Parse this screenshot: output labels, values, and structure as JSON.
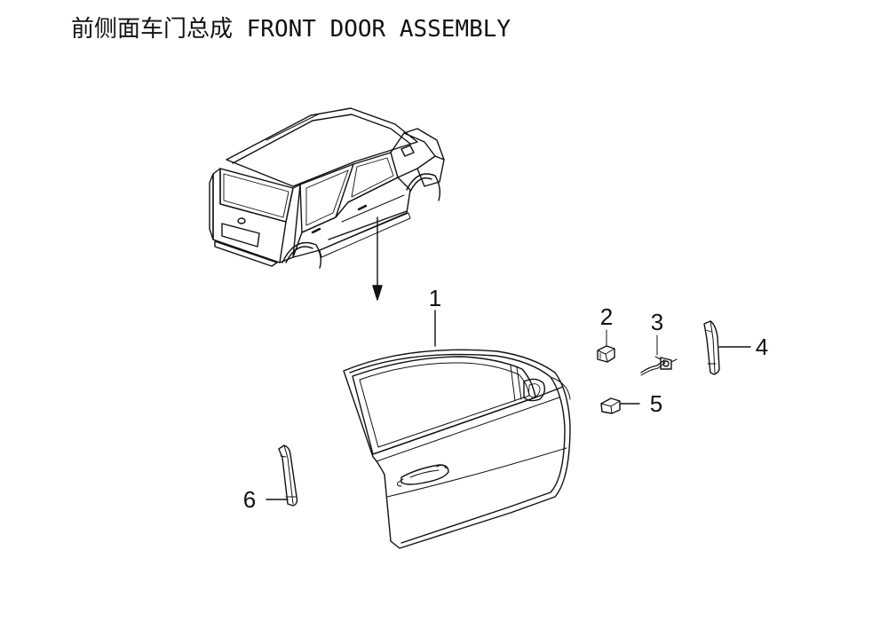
{
  "title": "前侧面车门总成 FRONT DOOR ASSEMBLY",
  "callouts": {
    "door": "1",
    "clip_upper": "2",
    "lock_link": "3",
    "rear_channel": "4",
    "clip_lower": "5",
    "front_channel": "6"
  },
  "colors": {
    "line": "#111111",
    "background": "#ffffff"
  }
}
